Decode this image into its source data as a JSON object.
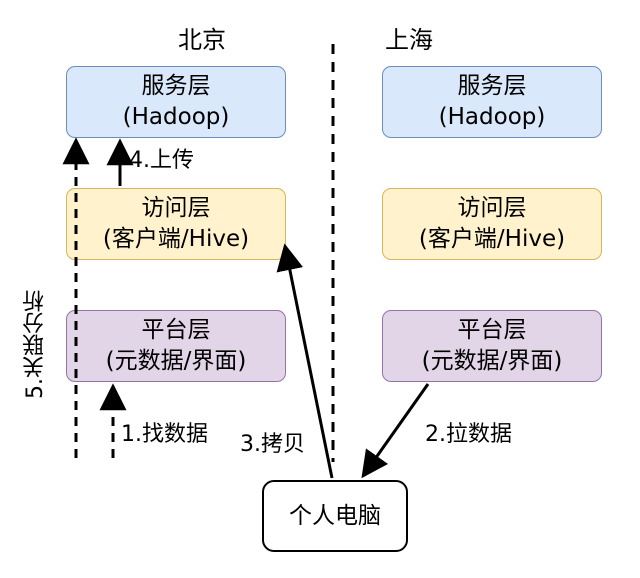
{
  "regions": {
    "beijing": "北京",
    "shanghai": "上海"
  },
  "beijing": {
    "service": {
      "line1": "服务层",
      "line2": "(Hadoop)"
    },
    "access": {
      "line1": "访问层",
      "line2": "(客户端/Hive)"
    },
    "platform": {
      "line1": "平台层",
      "line2": "(元数据/界面)"
    }
  },
  "shanghai": {
    "service": {
      "line1": "服务层",
      "line2": "(Hadoop)"
    },
    "access": {
      "line1": "访问层",
      "line2": "(客户端/Hive)"
    },
    "platform": {
      "line1": "平台层",
      "line2": "(元数据/界面)"
    }
  },
  "pc": {
    "label": "个人电脑"
  },
  "steps": {
    "find": "1.找数据",
    "pull": "2.拉数据",
    "copy": "3.拷贝",
    "upload": "4.上传",
    "analyze": "5.关联分析"
  },
  "colors": {
    "service_fill": "#dae8fc",
    "service_stroke": "#6c8ebf",
    "access_fill": "#fff2cc",
    "access_stroke": "#d6b656",
    "platform_fill": "#e1d5e7",
    "platform_stroke": "#9673a6"
  }
}
